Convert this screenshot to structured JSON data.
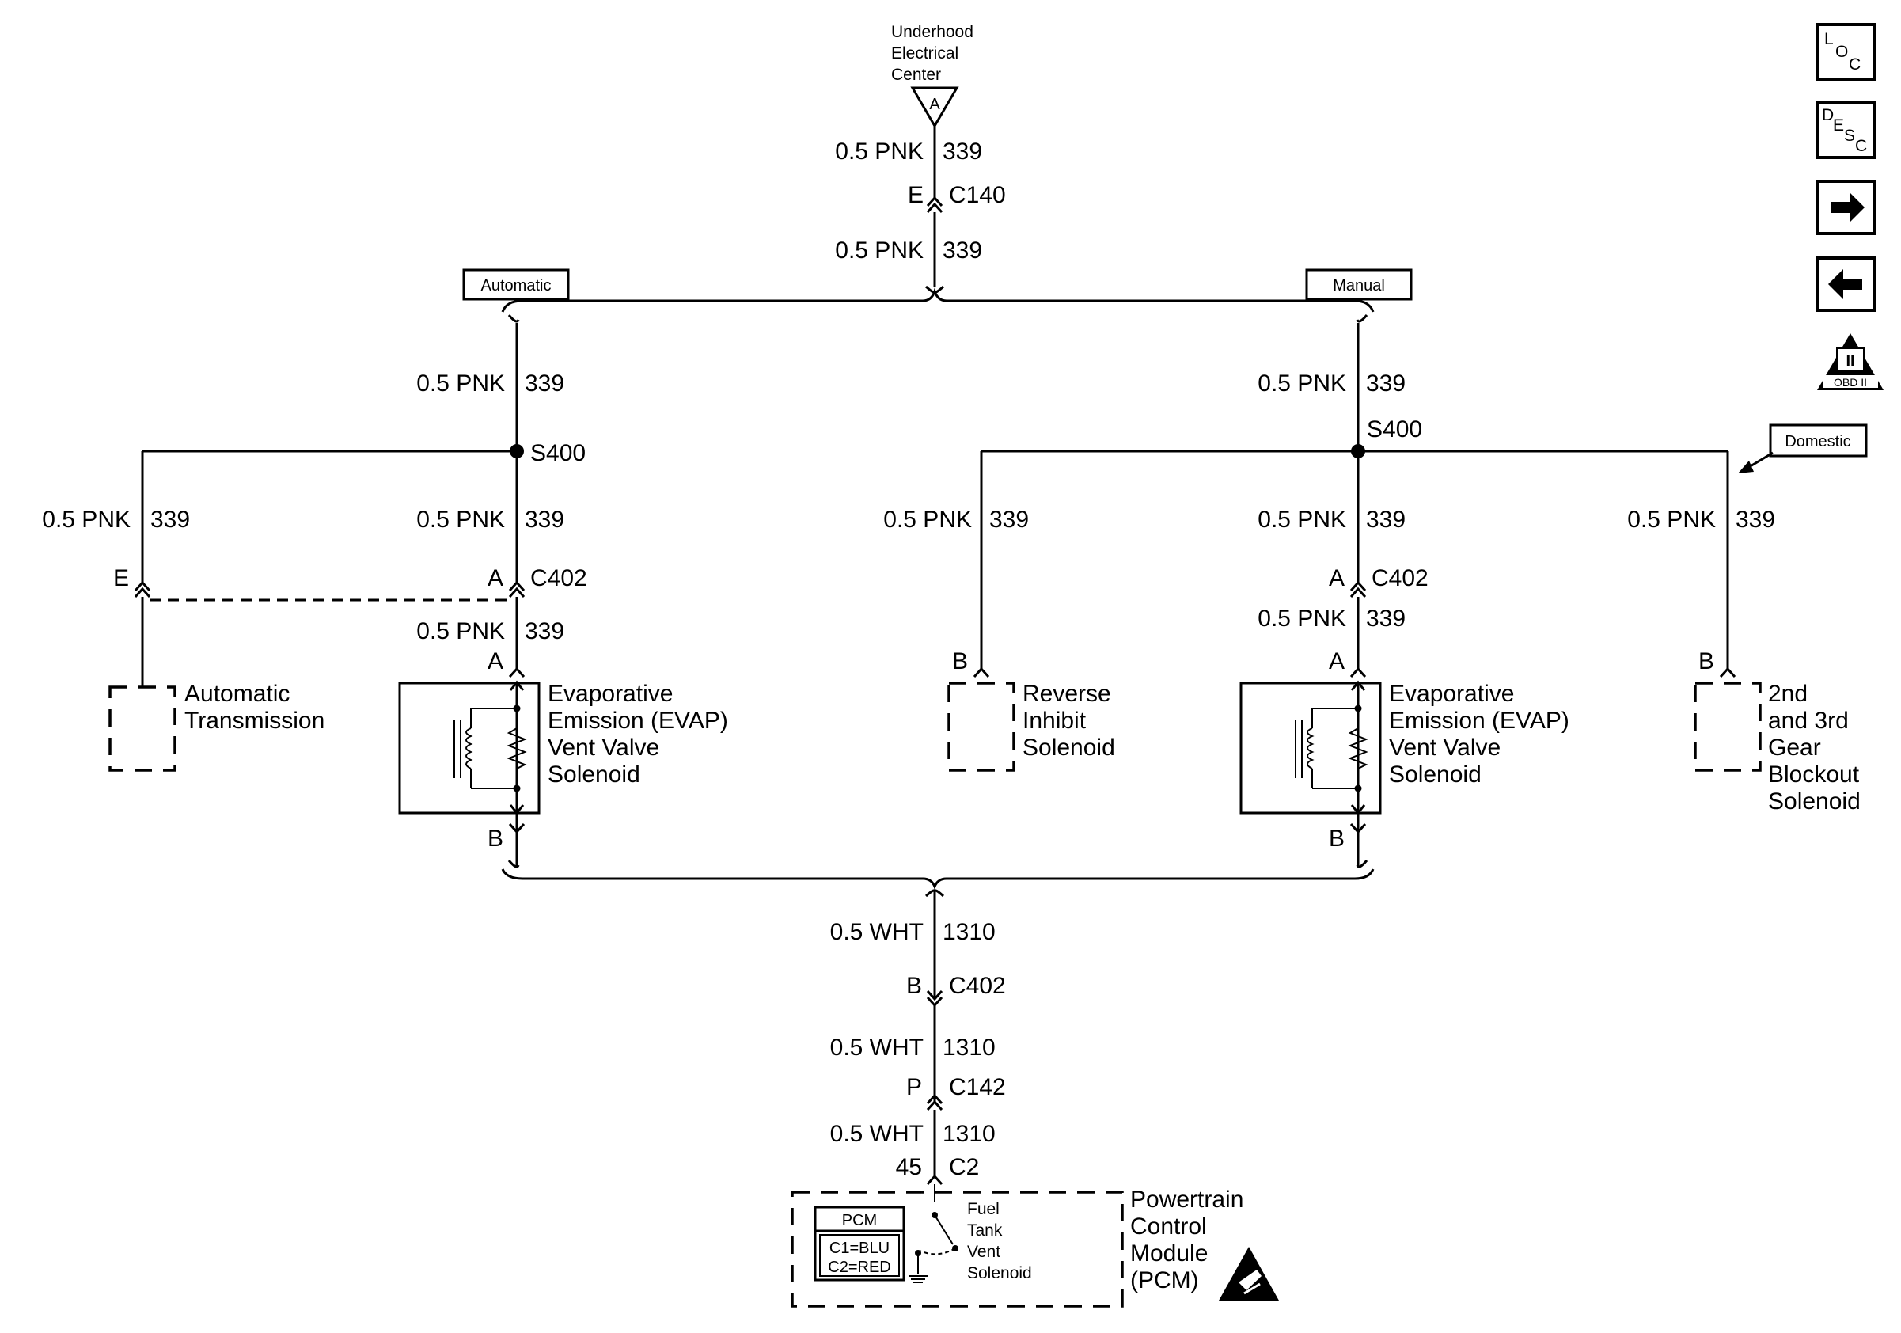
{
  "sources": {
    "underhood": [
      "Underhood",
      "Electrical",
      "Center"
    ],
    "underhood_pin": "A"
  },
  "wires": {
    "pnk_size_color": "0.5 PNK",
    "pnk_circuit": "339",
    "wht_size_color": "0.5 WHT",
    "wht_circuit": "1310"
  },
  "connectors": {
    "c140": "C140",
    "c140_pin": "E",
    "c402": "C402",
    "c142": "C142",
    "c142_pin": "P",
    "c2": "C2",
    "c2_pin": "45",
    "splice": "S400"
  },
  "options": {
    "automatic": "Automatic",
    "manual": "Manual",
    "domestic": "Domestic"
  },
  "pins": {
    "a": "A",
    "b": "B",
    "e": "E"
  },
  "components": {
    "auto_trans": [
      "Automatic",
      "Transmission"
    ],
    "evap": [
      "Evaporative",
      "Emission (EVAP)",
      "Vent Valve",
      "Solenoid"
    ],
    "reverse": [
      "Reverse",
      "Inhibit",
      "Solenoid"
    ],
    "blockout": [
      "2nd",
      "and 3rd",
      "Gear",
      "Blockout",
      "Solenoid"
    ],
    "pcm": [
      "Powertrain",
      "Control",
      "Module",
      "(PCM)"
    ],
    "pcm_box_title": "PCM",
    "pcm_box_c1": "C1=BLU",
    "pcm_box_c2": "C2=RED",
    "fuel_tank": [
      "Fuel",
      "Tank",
      "Vent",
      "Solenoid"
    ]
  },
  "nav": {
    "loc": [
      "L",
      "O",
      "C"
    ],
    "desc": [
      "D",
      "E",
      "S",
      "C"
    ],
    "obd": {
      "roman": "II",
      "label": "OBD II"
    }
  }
}
